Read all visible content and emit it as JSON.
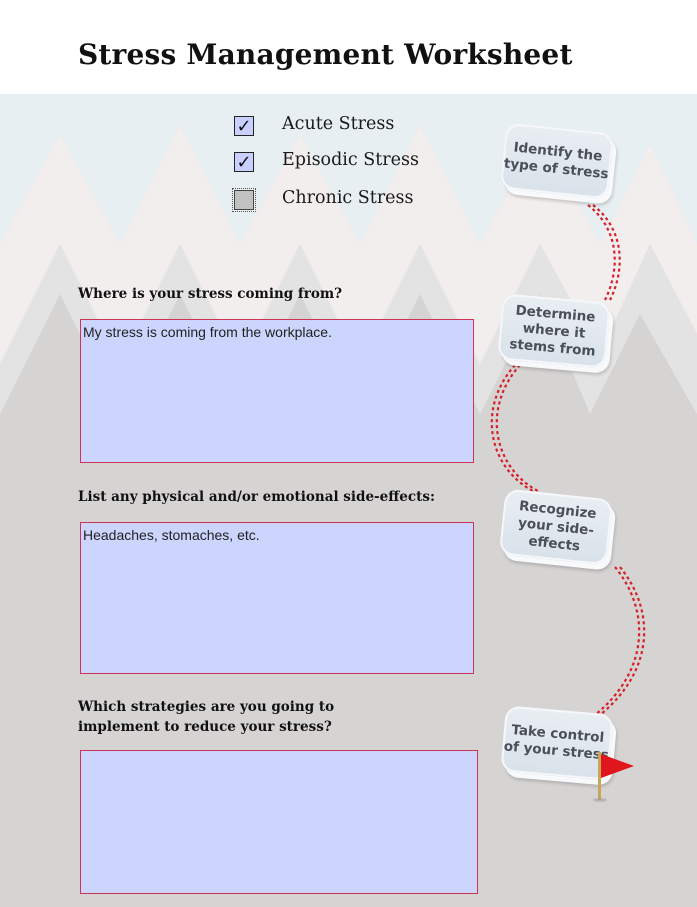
{
  "title": "Stress Management Worksheet",
  "stress_types": [
    {
      "label": "Acute Stress",
      "checked": true
    },
    {
      "label": "Episodic Stress",
      "checked": true
    },
    {
      "label": "Chronic Stress",
      "checked": false
    }
  ],
  "check_mark": "✓",
  "questions": [
    {
      "label": "Where is your stress coming from?",
      "answer": "My stress is coming from the workplace."
    },
    {
      "label": "List any physical and/or emotional side-effects:",
      "answer": "Headaches, stomaches, etc."
    },
    {
      "label": "Which strategies are you going to implement to reduce your stress?",
      "line1": "Which strategies are you going to",
      "line2": "implement to reduce your stress?",
      "answer": ""
    }
  ],
  "steps": [
    {
      "label": "Identify the type of stress"
    },
    {
      "label": "Determine where it stems from"
    },
    {
      "label": "Recognize your side-effects"
    },
    {
      "label": "Take control of your stress"
    }
  ],
  "colors": {
    "field_fill": "#cbd5fd",
    "field_border": "#cc3355",
    "path_red": "#d8202a",
    "flag_red": "#e0161c"
  }
}
